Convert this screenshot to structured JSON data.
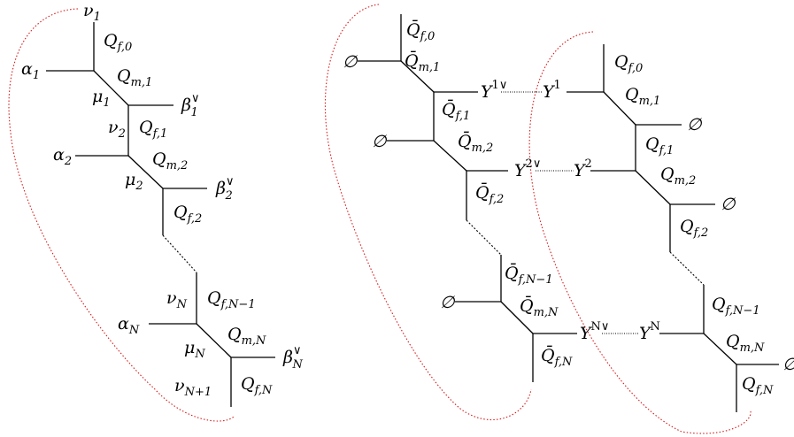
{
  "colors": {
    "lines": "#000000",
    "curve": "#d81b1b",
    "background": "#ffffff"
  },
  "left": {
    "nu1": "ν",
    "nu1_sub": "1",
    "Qf0": "Q",
    "Qf0_sub": "f,0",
    "alpha1": "α",
    "alpha1_sub": "1",
    "Qm1": "Q",
    "Qm1_sub": "m,1",
    "mu1": "μ",
    "mu1_sub": "1",
    "beta1": "β",
    "beta1_sup": "∨",
    "beta1_sub": "1",
    "nu2": "ν",
    "nu2_sub": "2",
    "Qf1": "Q",
    "Qf1_sub": "f,1",
    "alpha2": "α",
    "alpha2_sub": "2",
    "Qm2": "Q",
    "Qm2_sub": "m,2",
    "mu2": "μ",
    "mu2_sub": "2",
    "beta2": "β",
    "beta2_sup": "∨",
    "beta2_sub": "2",
    "Qf2": "Q",
    "Qf2_sub": "f,2",
    "nuN": "ν",
    "nuN_sub": "N",
    "QfN1": "Q",
    "QfN1_sub": "f,N−1",
    "alphaN": "α",
    "alphaN_sub": "N",
    "QmN": "Q",
    "QmN_sub": "m,N",
    "muN": "μ",
    "muN_sub": "N",
    "betaN": "β",
    "betaN_sup": "∨",
    "betaN_sub": "N",
    "nuN1": "ν",
    "nuN1_sub": "N+1",
    "QfN": "Q",
    "QfN_sub": "f,N"
  },
  "middle": {
    "Qbf0": "Q̄",
    "Qbf0_sub": "f,0",
    "empty1": "∅",
    "Qbm1": "Q̄",
    "Qbm1_sub": "m,1",
    "Y1v": "Y",
    "Y1v_sup": "1∨",
    "Qbf1": "Q̄",
    "Qbf1_sub": "f,1",
    "empty2": "∅",
    "Qbm2": "Q̄",
    "Qbm2_sub": "m,2",
    "Y2v": "Y",
    "Y2v_sup": "2∨",
    "Qbf2": "Q̄",
    "Qbf2_sub": "f,2",
    "QbfN1": "Q̄",
    "QbfN1_sub": "f,N−1",
    "emptyN": "∅",
    "QbmN": "Q̄",
    "QbmN_sub": "m,N",
    "YNv": "Y",
    "YNv_sup": "N∨",
    "QbfN": "Q̄",
    "QbfN_sub": "f,N"
  },
  "right": {
    "Y1": "Y",
    "Y1_sup": "1",
    "Qf0": "Q",
    "Qf0_sub": "f,0",
    "Qm1": "Q",
    "Qm1_sub": "m,1",
    "empty1": "∅",
    "Qf1": "Q",
    "Qf1_sub": "f,1",
    "Y2": "Y",
    "Y2_sup": "2",
    "Qm2": "Q",
    "Qm2_sub": "m,2",
    "empty2": "∅",
    "Qf2": "Q",
    "Qf2_sub": "f,2",
    "QfN1": "Q",
    "QfN1_sub": "f,N−1",
    "YN": "Y",
    "YN_sup": "N",
    "QmN": "Q",
    "QmN_sub": "m,N",
    "emptyN": "∅",
    "QfN": "Q",
    "QfN_sub": "f,N"
  }
}
